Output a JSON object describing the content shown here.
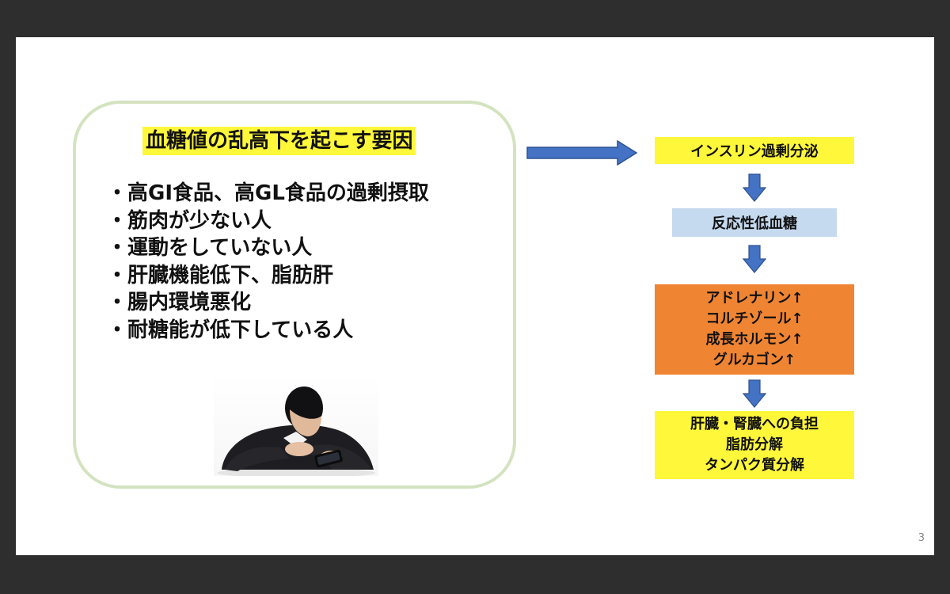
{
  "slide": {
    "title": "血糖値の乱高下を起こす要因",
    "factors": [
      "・高GI食品、高GL食品の過剰摂取",
      "・筋肉が少ない人",
      "・運動をしていない人",
      "・肝臓機能低下、脂肪肝",
      "・腸内環境悪化",
      "・耐糖能が低下している人"
    ],
    "flow": {
      "box1": "インスリン過剰分泌",
      "box2": "反応性低血糖",
      "box3": [
        "アドレナリン↑",
        "コルチゾール↑",
        "成長ホルモン↑",
        "グルカゴン↑"
      ],
      "box4": [
        "肝臓・腎臓への負担",
        "脂肪分解",
        "タンパク質分解"
      ]
    },
    "page_number": "3"
  },
  "colors": {
    "highlight_yellow": "#fff73a",
    "light_blue": "#c5d9ef",
    "orange": "#ef8533",
    "arrow_blue": "#4472c4",
    "box_border_green": "#d3e3c0"
  }
}
